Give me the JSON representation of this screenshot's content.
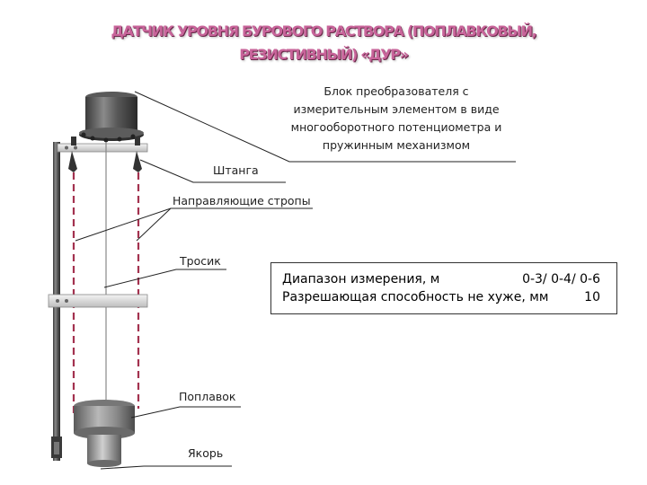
{
  "title": {
    "line1": "ДАТЧИК УРОВНЯ БУРОВОГО РАСТВОРА (ПОПЛАВКОВЫЙ,",
    "line2": "РЕЗИСТИВНЫЙ)   «ДУР»"
  },
  "description": {
    "line1": "Блок преобразователя с",
    "line2": "измерительным элементом в виде",
    "line3": "многооборотного потенциометра и",
    "line4": "пружинным механизмом"
  },
  "labels": {
    "rod": "Штанга",
    "guide_slings": "Направляющие стропы",
    "cable": "Тросик",
    "float": "Поплавок",
    "anchor": "Якорь"
  },
  "specs": {
    "range_label": "Диапазон измерения, м",
    "range_value": "0-3/ 0-4/ 0-6",
    "resolution_label": "Разрешающая способность не хуже, мм",
    "resolution_value": "10"
  },
  "colors": {
    "title": "#c8649a",
    "sling": "#a3324f"
  }
}
